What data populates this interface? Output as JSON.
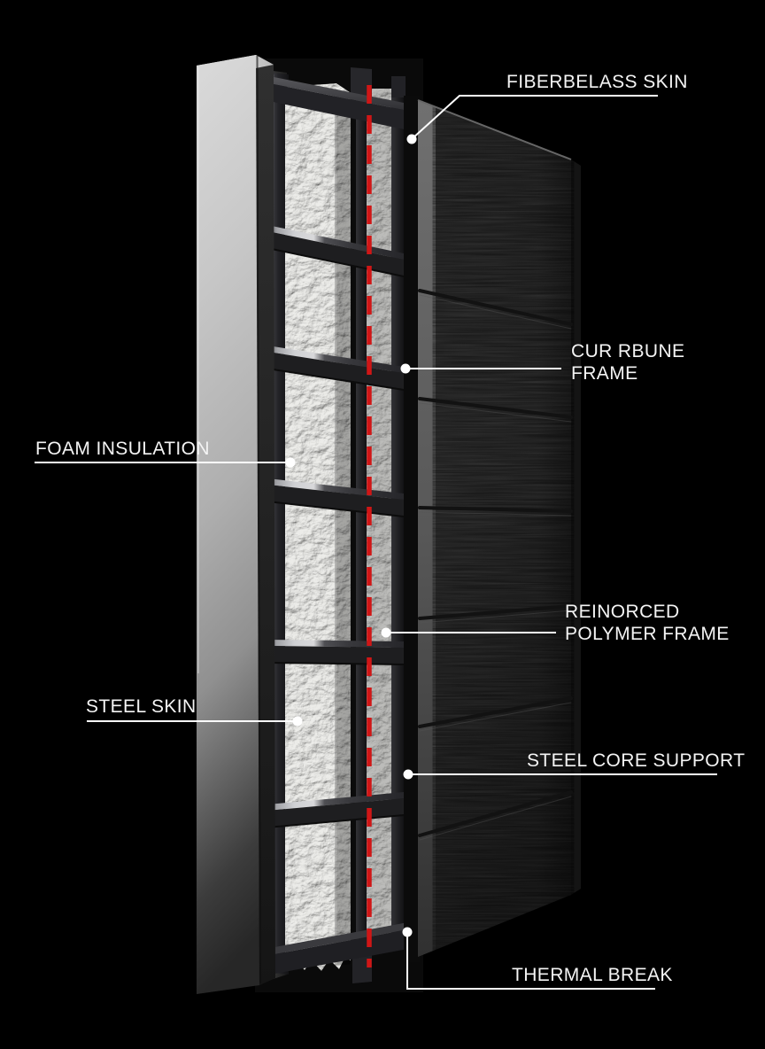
{
  "diagram": {
    "background_color": "#000000",
    "leader_color": "#ffffff",
    "accent_red": "#d01616",
    "foam_color": "#ecece9",
    "wall_color": "#353535",
    "metal_color": "#c6c6c6",
    "labels": {
      "fiberglass_skin": "FIBERBELASS SKIN",
      "frame": "CUR RBUNE\nFRAME",
      "foam_insulation": "FOAM INSULATION",
      "polymer_frame": "REINORCED\nPOLYMER FRAME",
      "steel_skin": "STEEL SKIN",
      "steel_core_support": "STEEL CORE SUPPORT",
      "thermal_break": "THERMAL BREAK"
    }
  }
}
